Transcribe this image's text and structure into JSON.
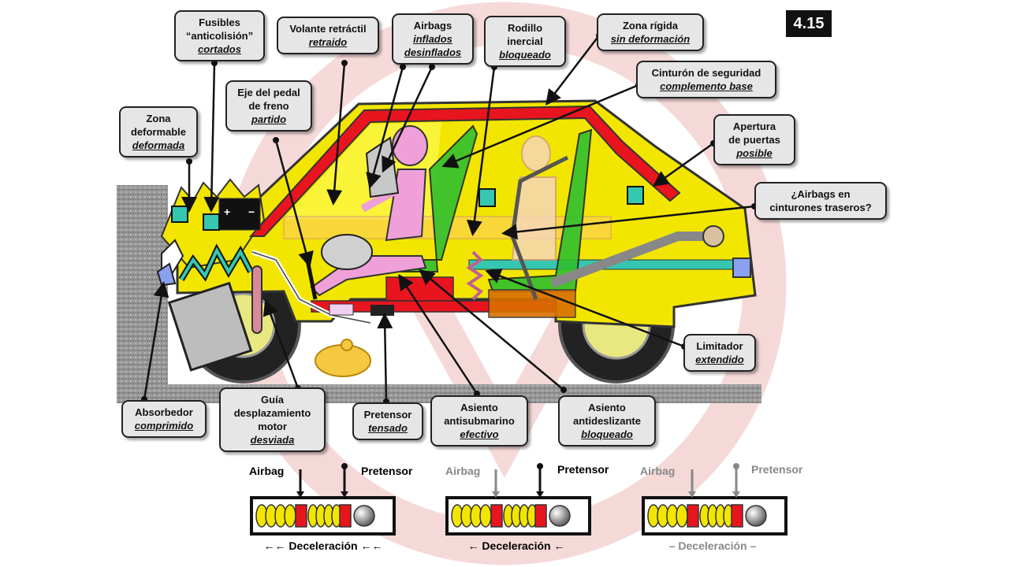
{
  "badge": "4.15",
  "callouts": {
    "fusibles": {
      "lines": [
        "Fusibles",
        "“anticolisión”"
      ],
      "state": "cortados"
    },
    "volante": {
      "lines": [
        "Volante retráctil"
      ],
      "state": "retraido"
    },
    "airbags": {
      "lines": [
        "Airbags"
      ],
      "states": [
        "inflados",
        "desinflados"
      ]
    },
    "rodillo": {
      "lines": [
        "Rodillo",
        "inercial"
      ],
      "state": "bloqueado"
    },
    "zona_rigida": {
      "lines": [
        "Zona rígida"
      ],
      "state": "sin deformación"
    },
    "cinturon": {
      "lines": [
        "Cinturón de seguridad"
      ],
      "state": "complemento base"
    },
    "eje_pedal": {
      "lines": [
        "Eje del pedal",
        "de freno"
      ],
      "state": "partido"
    },
    "zona_deformable": {
      "lines": [
        "Zona",
        "deformable"
      ],
      "state": "deformada"
    },
    "apertura": {
      "lines": [
        "Apertura",
        "de puertas"
      ],
      "state": "posible"
    },
    "airbags_traseros": {
      "lines": [
        "¿Airbags en",
        "cinturones traseros?"
      ]
    },
    "limitador": {
      "lines": [
        "Limitador"
      ],
      "state": "extendido"
    },
    "absorbedor": {
      "lines": [
        "Absorbedor"
      ],
      "state": "comprimido"
    },
    "guia": {
      "lines": [
        "Guía",
        "desplazamiento",
        "motor"
      ],
      "state": "desviada"
    },
    "pretensor": {
      "lines": [
        "Pretensor"
      ],
      "state": "tensado"
    },
    "asiento_antisub": {
      "lines": [
        "Asiento",
        "antisubmarino"
      ],
      "state": "efectivo"
    },
    "asiento_antides": {
      "lines": [
        "Asiento",
        "antideslizante"
      ],
      "state": "bloqueado"
    }
  },
  "mechanisms": [
    {
      "airbag_label": "Airbag",
      "pretensor_label": "Pretensor",
      "airbag_active": true,
      "pretensor_active": true,
      "deceleration": "←← Deceleración ←←"
    },
    {
      "airbag_label": "Airbag",
      "pretensor_label": "Pretensor",
      "airbag_active": false,
      "pretensor_active": true,
      "deceleration": "← Deceleración ←"
    },
    {
      "airbag_label": "Airbag",
      "pretensor_label": "Pretensor",
      "airbag_active": false,
      "pretensor_active": false,
      "deceleration": "– Deceleración –"
    }
  ],
  "colors": {
    "body_yellow": "#f2e600",
    "frame_red": "#e8141e",
    "dummy_pink": "#f0a0d8",
    "seat_green": "#2fc02f",
    "watermark": "#c44"
  }
}
